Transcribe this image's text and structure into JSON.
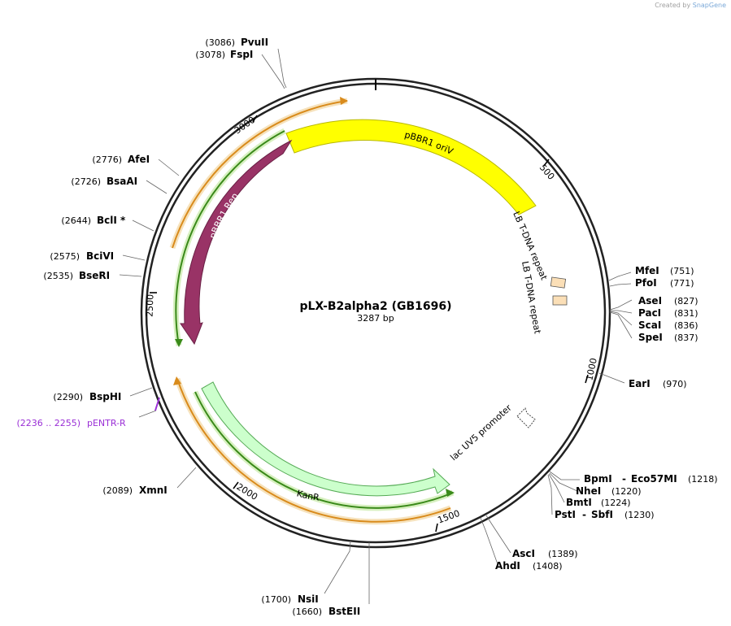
{
  "credit": {
    "prefix": "Created by",
    "brand": "SnapGene"
  },
  "plasmid": {
    "name": "pLX-B2alpha2 (GB1696)",
    "length_label": "3287 bp"
  },
  "ticks": [
    "500",
    "1000",
    "1500",
    "2000",
    "2500",
    "3000"
  ],
  "features": {
    "oriv": "pBBR1 oriV",
    "rep": "pBBR1 Rep",
    "kanr": "KanR",
    "lb1": "LB T-DNA repeat",
    "lb2": "LB T-DNA repeat",
    "lac": "lac UV5 promoter"
  },
  "sites": [
    {
      "pos": "(3086)",
      "name": "PvuII"
    },
    {
      "pos": "(3078)",
      "name": "FspI"
    },
    {
      "pos": "(2776)",
      "name": "AfeI"
    },
    {
      "pos": "(2726)",
      "name": "BsaAI"
    },
    {
      "pos": "(2644)",
      "name": "BclI *"
    },
    {
      "pos": "(2575)",
      "name": "BciVI"
    },
    {
      "pos": "(2535)",
      "name": "BseRI"
    },
    {
      "pos": "(2290)",
      "name": "BspHI"
    },
    {
      "pos": "(2089)",
      "name": "XmnI"
    },
    {
      "pos": "(1700)",
      "name": "NsiI"
    },
    {
      "pos": "(1660)",
      "name": "BstEII"
    },
    {
      "pos": "(751)",
      "name": "MfeI"
    },
    {
      "pos": "(771)",
      "name": "PfoI"
    },
    {
      "pos": "(827)",
      "name": "AseI"
    },
    {
      "pos": "(831)",
      "name": "PacI"
    },
    {
      "pos": "(836)",
      "name": "ScaI"
    },
    {
      "pos": "(837)",
      "name": "SpeI"
    },
    {
      "pos": "(970)",
      "name": "EarI"
    },
    {
      "pos": "(1218)",
      "name": "BpmI"
    },
    {
      "pos": "(1218)",
      "name": "Eco57MI"
    },
    {
      "pos": "(1220)",
      "name": "NheI"
    },
    {
      "pos": "(1224)",
      "name": "BmtI"
    },
    {
      "pos": "(1230)",
      "name": "PstI"
    },
    {
      "pos": "(1230)",
      "name": "SbfI"
    },
    {
      "pos": "(1389)",
      "name": "AscI"
    },
    {
      "pos": "(1408)",
      "name": "AhdI"
    }
  ],
  "dash": "-",
  "primer": {
    "range": "(2236 .. 2255)",
    "name": "pENTR-R"
  },
  "colors": {
    "oriv": "#ffff00",
    "rep": "#993366",
    "kanr": "#ccffcc",
    "lb": "#fbdfb7",
    "orange_track": "#d98b1c",
    "green_track": "#3a8a1a",
    "primer": "#9a2fd6"
  }
}
